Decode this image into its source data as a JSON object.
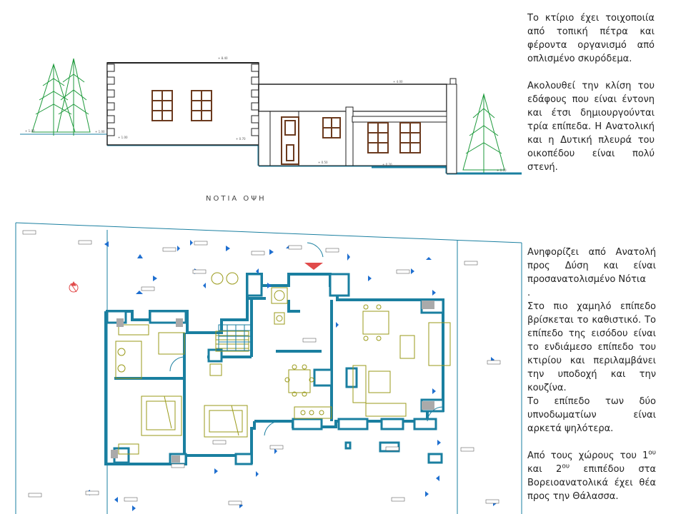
{
  "elevation": {
    "title": "ΝΟΤΙΑ ΟΨΗ"
  },
  "description": {
    "intro": [
      "Το κτίριο έχει τοιχοποιία από τοπική πέτρα και φέροντα οργανισμό από οπλισμένο σκυρόδεμα.",
      "Ακολουθεί την κλίση του εδάφους που είναι έντονη και έτσι δημιουργούνται τρία επίπεδα. Η Ανατολική και η Δυτική πλευρά του οικοπέδου είναι πολύ στενή."
    ],
    "orientation": " Ανηφορίζει από Ανατολή προς Δύση και είναι προσανατολισμένο Νότια",
    "dot": ".",
    "lower_level": "Στο πιο χαμηλό επίπεδο βρίσκεται το καθιστικό. Το επίπεδο της εισόδου είναι το ενδιάμεσο επίπεδο του κτιρίου και περιλαμβάνει την υποδοχή και την κουζίνα.",
    "upper_level": "Το επίπεδο των δύο υπνοδωματίων είναι αρκετά ψηλότερα.",
    "view": {
      "pre": "Από τους χώρους του 1",
      "sup1": "ου",
      "mid": " και 2",
      "sup2": "ου",
      "post": " επιπέδου στα Βορειοανατολικά έχει θέα προς την Θάλασσα."
    }
  },
  "colors": {
    "wall": "#1a7fa0",
    "furniture": "#9a9a1a",
    "window_frame": "#6b3a1e",
    "tree": "#1e9a3c",
    "ground": "#1a7fa0",
    "arrow": "#1f6fd0",
    "north_arrow": "#e14b4b"
  }
}
